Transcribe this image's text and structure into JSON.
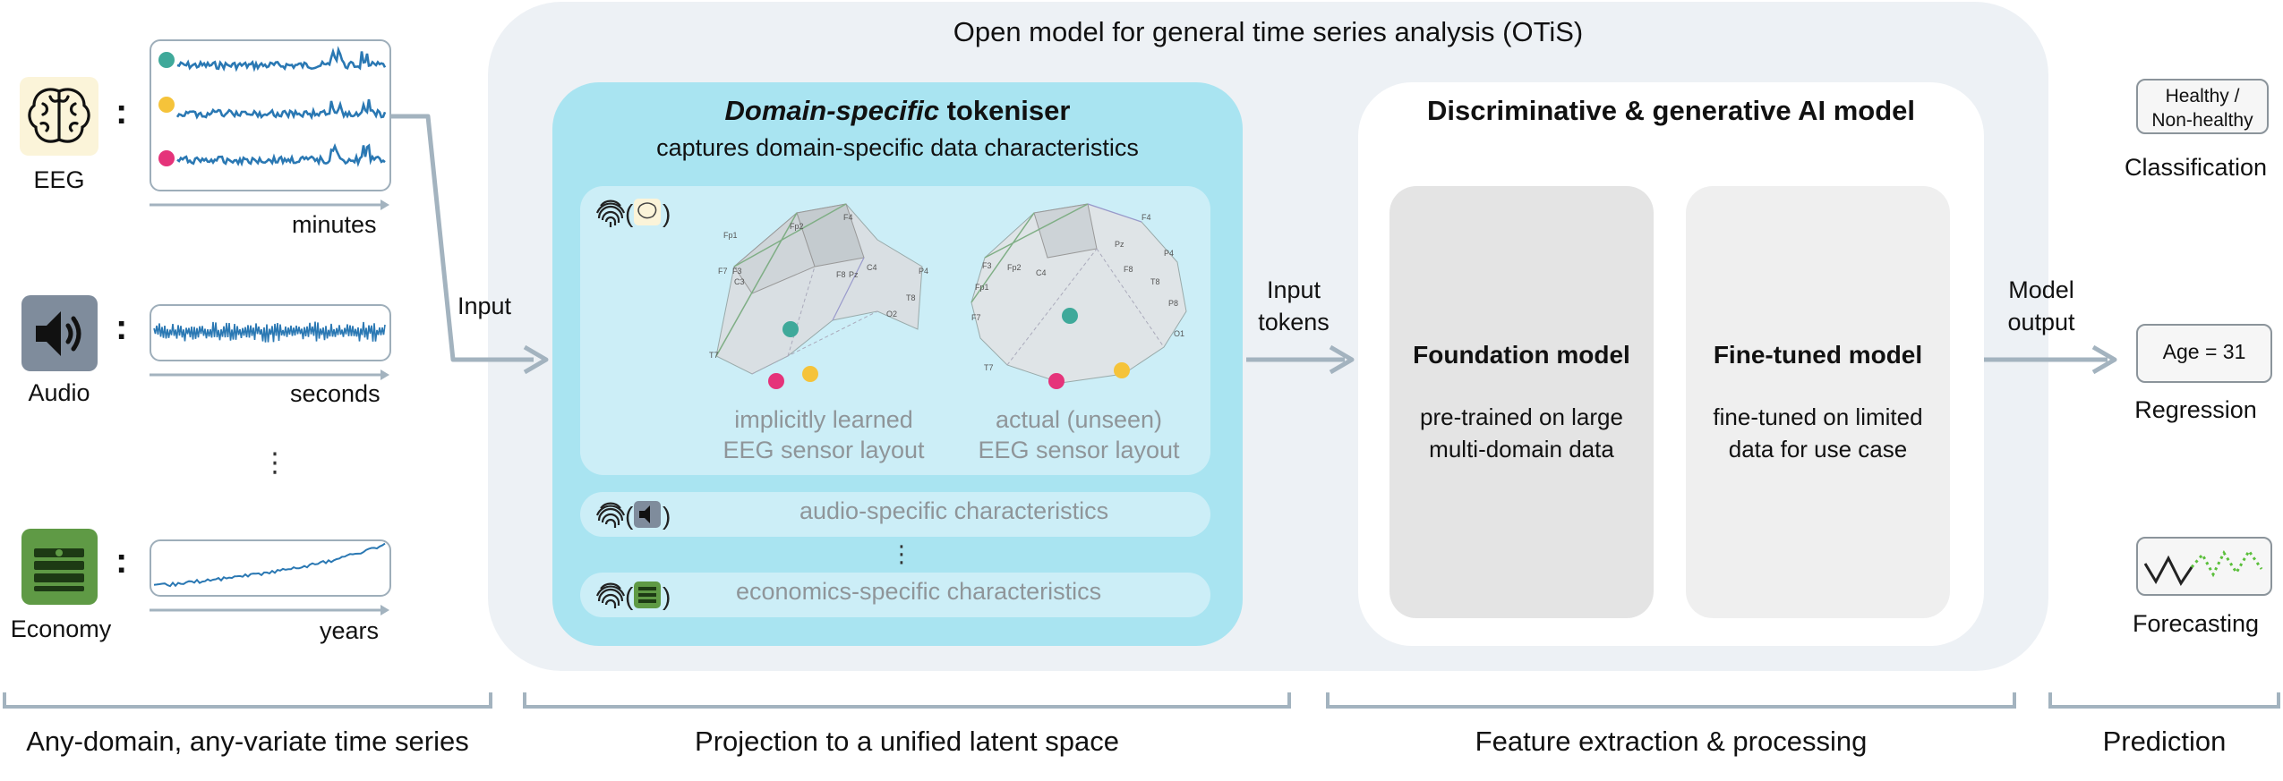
{
  "otis": {
    "title": "Open model for general time series analysis (OTiS)"
  },
  "inputs": {
    "eeg": {
      "label": "EEG",
      "unit": "minutes",
      "icon": "brain-icon"
    },
    "audio": {
      "label": "Audio",
      "unit": "seconds",
      "icon": "speaker-icon"
    },
    "economy": {
      "label": "Economy",
      "unit": "years",
      "icon": "money-stack-icon"
    },
    "colon": ":",
    "ellipsis": "⋮"
  },
  "arrows": {
    "input": "Input",
    "input_tokens_1": "Input",
    "input_tokens_2": "tokens",
    "model_output_1": "Model",
    "model_output_2": "output"
  },
  "tokeniser": {
    "title_italic": "Domain-specific",
    "title_rest": " tokeniser",
    "subtitle": "captures domain-specific data characteristics",
    "eeg_learned_1": "implicitly learned",
    "eeg_learned_2": "EEG sensor layout",
    "eeg_actual_1": "actual (unseen)",
    "eeg_actual_2": "EEG sensor layout",
    "audio_row": "audio-specific characteristics",
    "econ_row": "economics-specific characteristics",
    "dots": "⋮",
    "fingerprint_icon": "fingerprint-icon",
    "sensor_labels_learned": [
      "F3",
      "C3",
      "Fp2",
      "F4",
      "C4",
      "P4",
      "F8",
      "Pz",
      "T8",
      "O2",
      "Fp1",
      "F7",
      "T7"
    ],
    "sensor_labels_actual": [
      "F3",
      "Fp2",
      "C4",
      "F4",
      "P4",
      "T8",
      "F8",
      "Fp1",
      "F7",
      "T7",
      "P8",
      "Pz",
      "O1"
    ]
  },
  "ai_model": {
    "title": "Discriminative & generative AI model",
    "foundation_title": "Foundation model",
    "foundation_desc_1": "pre-trained on large",
    "foundation_desc_2": "multi-domain data",
    "fine_title": "Fine-tuned model",
    "fine_desc_1": "fine-tuned on limited",
    "fine_desc_2": "data for use case"
  },
  "outputs": {
    "classification_value_1": "Healthy /",
    "classification_value_2": "Non-healthy",
    "classification_label": "Classification",
    "regression_value": "Age = 31",
    "regression_label": "Regression",
    "forecasting_label": "Forecasting"
  },
  "stages": {
    "stage1": "Any-domain, any-variate time series",
    "stage2": "Projection to a unified latent space",
    "stage3": "Feature extraction & processing",
    "stage4": "Prediction"
  },
  "colors": {
    "teal": "#3fa99a",
    "yellow": "#f5c33a",
    "pink": "#e5337a",
    "signal": "#2a78b3",
    "arrow": "#a3b3bf",
    "tokeniser_bg": "#a9e4f1",
    "otis_bg": "#edf1f5"
  }
}
